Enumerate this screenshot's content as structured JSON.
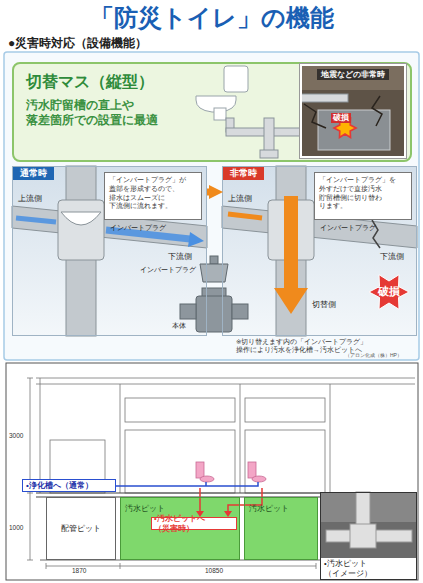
{
  "diagram": {
    "title": "「防災トイレ」の機能",
    "nodes": [
      {
        "text": [
          "切替マス（縦型）",
          "汚水貯留槽の直上や 落差箇所での設置に最適"
        ]
      },
      {
        "text": [
          "地震などの非常時"
        ],
        "in": 0
      },
      {
        "text": [
          "通常時"
        ]
      },
      {
        "text": [
          "「インバートプラグ」が 蓋部を形成するので、 排水はスムーズに 下流側に流れます。"
        ],
        "in": 2
      },
      {
        "text": [
          "非常時"
        ]
      },
      {
        "text": [
          "「インバートプラグ」を 外すだけで直接汚水 貯留槽側に切り替わ ります。"
        ],
        "in": 4
      },
      {
        "text": [
          "•浄化槽へ（通常）"
        ]
      },
      {
        "text": [
          "配管ピット"
        ]
      },
      {
        "text": [
          "汚水ピット"
        ]
      },
      {
        "text": [
          "•汚水ピットへ（災害時）"
        ],
        "in": 8
      },
      {
        "text": [
          "汚水ピット"
        ]
      },
      {
        "text": [
          "•汚水ピット（イメージ）"
        ]
      }
    ],
    "edges": [
      {
        "from": 2,
        "to": 4,
        "arrow": "to"
      }
    ],
    "labels": [
      "●災害時対応（設備機能）",
      "破損",
      "上流側",
      "インバートプラグ",
      "下流側",
      "インバートプラグ",
      "本体",
      "インバートプラグ",
      "上流側",
      "下流側",
      "切替側",
      "破損",
      "※切り替えます内の「インバートプラグ」 操作により汚水を浄化槽→汚水ピットへ",
      "（アロン化成（株）HP）",
      "3000",
      "1000",
      "1870",
      "10850"
    ]
  }
}
